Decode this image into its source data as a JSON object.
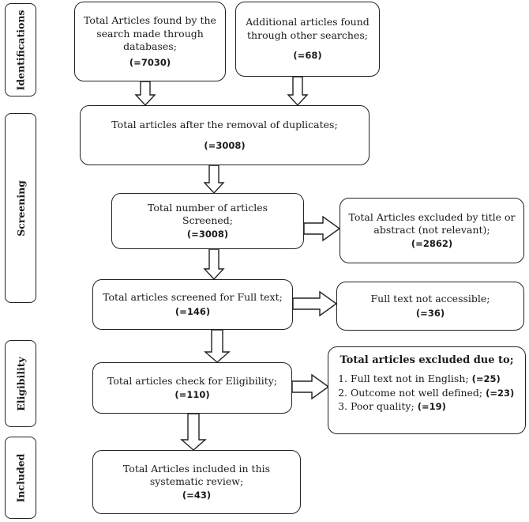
{
  "stages": {
    "identifications": "Identifications",
    "screening": "Screening",
    "eligibility": "Eligibility",
    "included": "Included"
  },
  "boxes": {
    "database_search": {
      "text": "Total Articles found by the search made through databases;",
      "count": "(=7030)"
    },
    "other_searches": {
      "text": "Additional articles found through other searches;",
      "count": "(=68)"
    },
    "after_duplicates": {
      "text": "Total articles after the removal of duplicates;",
      "count": "(=3008)"
    },
    "screened": {
      "text": "Total number of articles Screened;",
      "count": "(=3008)"
    },
    "excluded_title": {
      "text": "Total Articles excluded by title or abstract (not relevant);",
      "count": "(=2862)"
    },
    "full_text_screened": {
      "text": "Total articles screened for Full text;",
      "count": "(=146)"
    },
    "not_accessible": {
      "text": "Full text not accessible;",
      "count": "(=36)"
    },
    "eligibility_check": {
      "text": "Total articles check for Eligibility;",
      "count": "(=110)"
    },
    "included": {
      "text": "Total Articles included in this systematic review;",
      "count": "(=43)"
    }
  },
  "exclusions": {
    "title": "Total articles excluded due to;",
    "items": [
      {
        "text": "Full text not in English;",
        "count": "(=25)"
      },
      {
        "text": "Outcome not well defined;",
        "count": "(=23)"
      },
      {
        "text": "Poor quality;",
        "count": "(=19)"
      }
    ]
  }
}
